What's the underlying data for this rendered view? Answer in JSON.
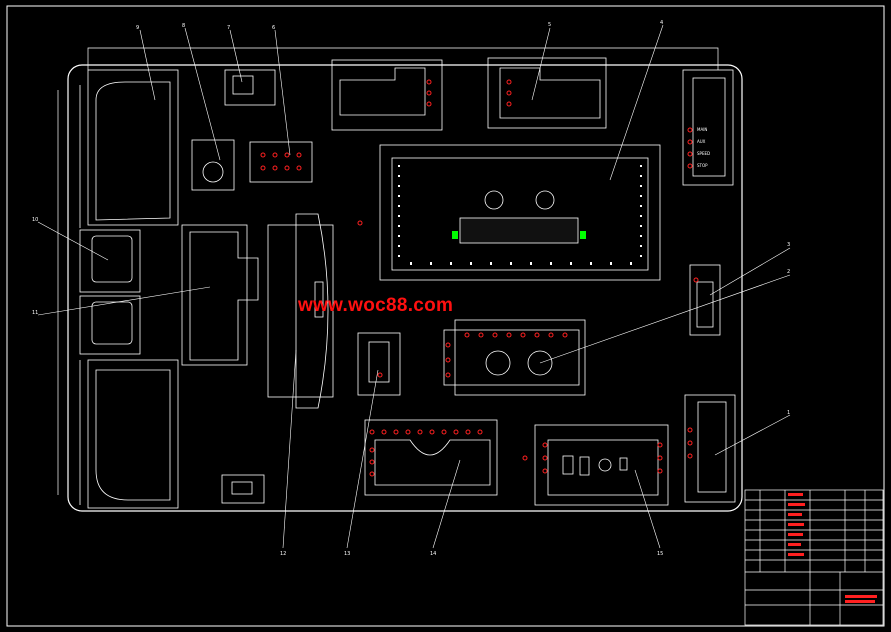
{
  "watermark": "www.woc88.com",
  "colors": {
    "background": "#000000",
    "linework": "#ffffff",
    "holes": "#ff2020",
    "pcb": "#00ff00"
  },
  "balloons": [
    "1",
    "2",
    "3",
    "4",
    "5",
    "6",
    "7",
    "8",
    "9",
    "10",
    "11",
    "12",
    "13",
    "14",
    "15"
  ],
  "channel_labels": [
    "MAIN",
    "AUX",
    "SPEED",
    "STOP"
  ],
  "title_block": {
    "drawing_title": "",
    "rows": 11
  }
}
